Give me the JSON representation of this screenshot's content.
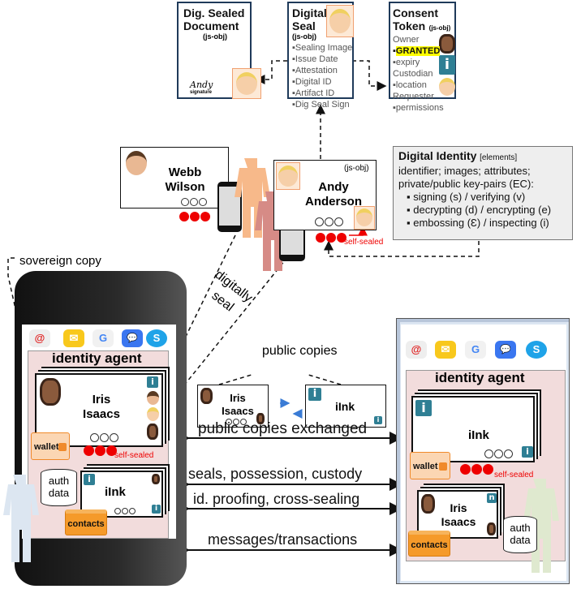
{
  "top": {
    "sealed_doc": {
      "title_line1": "Dig. Sealed",
      "title_line2": "Document",
      "subtitle": "(js-obj)",
      "signature": "Andy",
      "signature_label": "signature"
    },
    "digital_seal": {
      "title_line1": "Digital",
      "title_line2": "Seal",
      "subtitle": "(js-obj)",
      "items": [
        "Sealing Image",
        "Issue Date",
        "Attestation",
        "Digital ID",
        "Artifact ID",
        "Dig Seal Sign"
      ]
    },
    "consent_token": {
      "title_line1": "Consent",
      "title_line2": "Token",
      "subtitle": "(js-obj)",
      "lines": [
        "Owner",
        "GRANTED",
        "expiry",
        "Custodian",
        "location",
        "Requester",
        "permissions"
      ],
      "highlight_color": "#ffff00"
    }
  },
  "webb": {
    "name_line1": "Webb",
    "name_line2": "Wilson"
  },
  "andy": {
    "name_line1": "Andy",
    "name_line2": "Anderson",
    "tag": "(js-obj)",
    "self_sealed": "self-sealed"
  },
  "digital_identity": {
    "title": "Digital Identity",
    "title_suffix": "[elements]",
    "line1": "identifier; images; attributes;",
    "line2": "private/public  key-pairs (EC):",
    "bullets": [
      "signing  (s) / verifying  (v)",
      "decrypting  (d) / encrypting  (e)",
      "embossing  (Ɛ) / inspecting  (i)"
    ]
  },
  "labels": {
    "sovereign_copy": "sovereign copy",
    "digitally": "digitally",
    "seal": "seal",
    "public_copies": "public copies"
  },
  "left_phone": {
    "apps": [
      "@",
      "✉",
      "G",
      "💬",
      "S"
    ],
    "agent_title": "identity agent",
    "iris_card": {
      "name_line1": "Iris",
      "name_line2": "Isaacs"
    },
    "wallet": "wallet",
    "self_sealed": "self-sealed",
    "auth_data_line1": "auth",
    "auth_data_line2": "data",
    "link_card": {
      "name": "iInk"
    },
    "contacts": "contacts"
  },
  "public_copies": {
    "iris": {
      "name_line1": "Iris",
      "name_line2": "Isaacs"
    },
    "link": {
      "name": "iInk"
    }
  },
  "exchanges": [
    "public copies exchanged",
    "seals, possession, custody",
    "id. proofing, cross-sealing",
    "messages/transactions"
  ],
  "right_device": {
    "apps": [
      "@",
      "✉",
      "G",
      "💬",
      "S"
    ],
    "agent_title": "identity agent",
    "link_card": {
      "name": "iInk"
    },
    "wallet": "wallet",
    "self_sealed": "self-sealed",
    "iris_card": {
      "name_line1": "Iris",
      "name_line2": "Isaacs",
      "badge": "n"
    },
    "contacts": "contacts",
    "auth_data_line1": "auth",
    "auth_data_line2": "data"
  },
  "colors": {
    "seal_red": "#e00000",
    "info_teal": "#2f7f94",
    "agent_pink": "#f2dcdc",
    "folder_orange": "#f59a2a"
  }
}
